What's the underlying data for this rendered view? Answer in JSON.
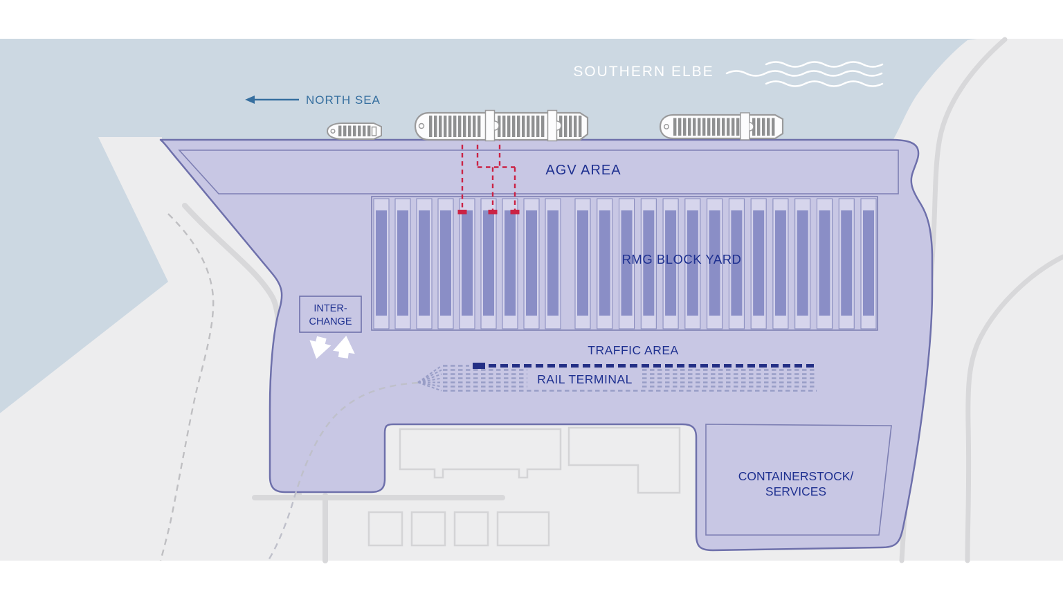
{
  "map": {
    "water_label": "SOUTHERN ELBE",
    "sea_direction_label": "NORTH SEA",
    "agv_area_label": "AGV AREA",
    "yard_label": "RMG BLOCK YARD",
    "interchange_label_line1": "INTER-",
    "interchange_label_line2": "CHANGE",
    "traffic_area_label": "TRAFFIC AREA",
    "rail_terminal_label": "RAIL TERMINAL",
    "containerstock_label_line1": "CONTAINERSTOCK/",
    "containerstock_label_line2": "SERVICES"
  },
  "yard": {
    "left_group_columns": 9,
    "right_group_columns": 14,
    "crane_transfer_marks": 3
  },
  "rail": {
    "track_rows": 5,
    "has_main_track": true
  },
  "ships": {
    "count": 3
  },
  "colors": {
    "water": "#ccd8e2",
    "land": "#ededee",
    "terminal_fill": "#c8c7e4",
    "terminal_border": "#6e70ab",
    "inner_border": "#7d7fb3",
    "block_dark": "#8a8ec6",
    "block_frame": "#d6d5ec",
    "block_frame_border": "#8488bb",
    "label_navy": "#1e3090",
    "sea_label_blue": "#366f9f",
    "crane_path_red": "#cb2244",
    "rail_navy": "#232f85",
    "rail_light": "#989dc6",
    "road": "#d8d8da",
    "road_dashed": "#bfbfc2",
    "building_outline": "#d4d4d6",
    "ship_outline": "#9a9a9b",
    "ship_bar": "#8f9091",
    "white": "#ffffff"
  }
}
